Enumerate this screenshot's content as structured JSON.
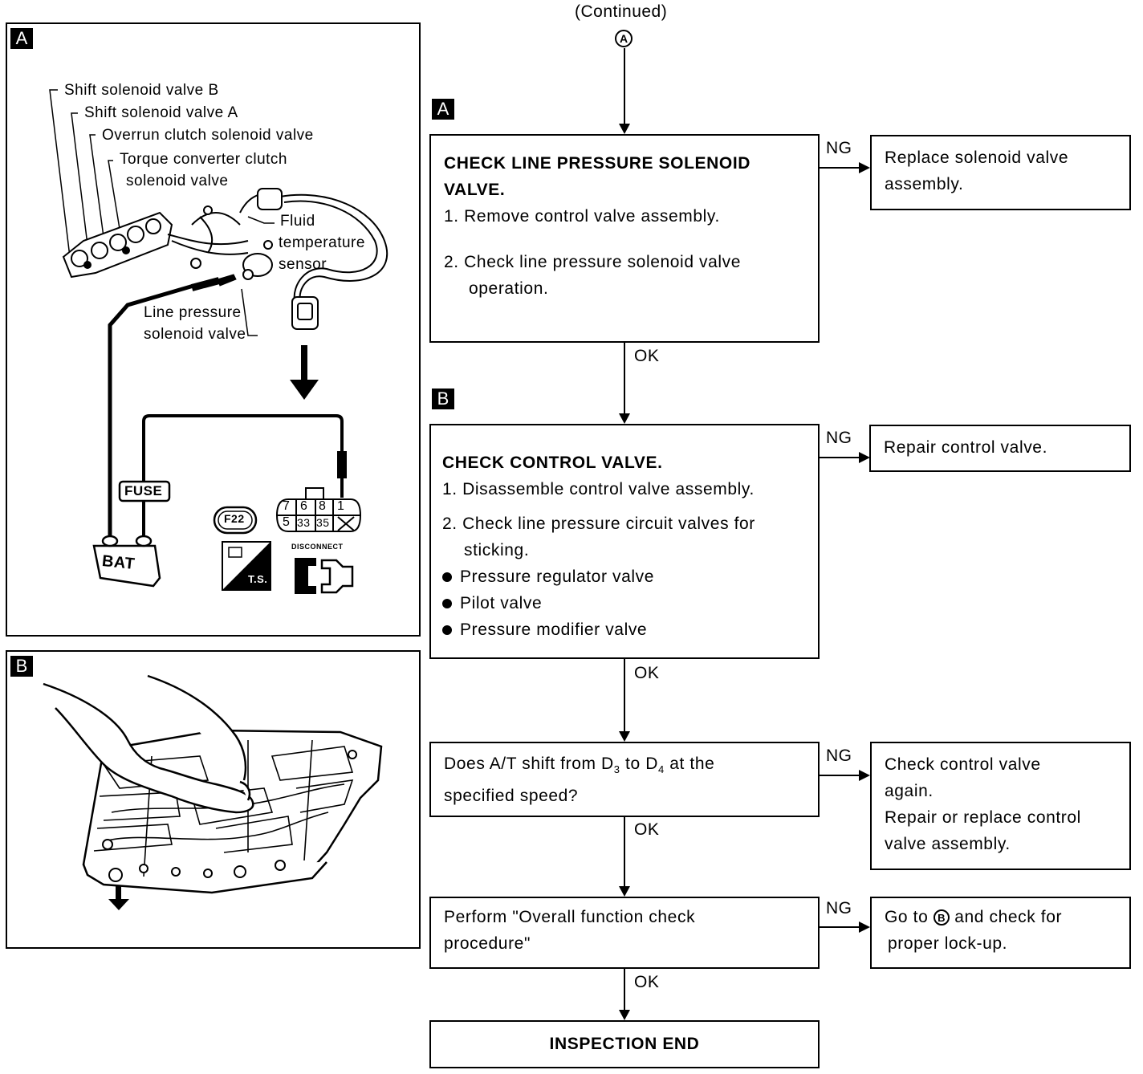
{
  "header": {
    "continued": "(Continued)",
    "connector": "A"
  },
  "figures": {
    "a": {
      "tag": "A",
      "labels": {
        "shift_b": "Shift solenoid valve B",
        "shift_a": "Shift solenoid valve A",
        "overrun": "Overrun clutch solenoid valve",
        "torque_1": "Torque converter clutch",
        "torque_2": "solenoid valve",
        "fluid_1": "Fluid",
        "fluid_2": "temperature",
        "fluid_3": "sensor",
        "line_1": "Line pressure",
        "line_2": "solenoid valve",
        "fuse": "FUSE",
        "bat": "BAT",
        "f22": "F22",
        "ts": "T.S.",
        "disconnect": "DISCONNECT",
        "pins_top": [
          "7",
          "6",
          "8",
          "1"
        ],
        "pins_bottom": [
          "5",
          "33",
          "35"
        ]
      }
    },
    "b": {
      "tag": "B"
    }
  },
  "flow": {
    "tag_a": "A",
    "tag_b": "B",
    "step1": {
      "title_1": "CHECK LINE PRESSURE SOLENOID",
      "title_2": "VALVE.",
      "item1": "1.  Remove control valve assembly.",
      "item2_1": "2.  Check line pressure solenoid valve",
      "item2_2": "operation.",
      "ng": "NG",
      "ng_text_1": "Replace solenoid valve",
      "ng_text_2": "assembly.",
      "ok": "OK"
    },
    "step2": {
      "title": "CHECK CONTROL VALVE.",
      "item1": "1. Disassemble control valve assembly.",
      "item2_1": "2. Check line pressure circuit valves for",
      "item2_2": "sticking.",
      "bullets": [
        "Pressure regulator valve",
        "Pilot valve",
        "Pressure modifier valve"
      ],
      "ng": "NG",
      "ng_text": "Repair control valve.",
      "ok": "OK"
    },
    "step3": {
      "q_1a": "Does A/T shift from D",
      "q_sub1": "3",
      "q_1b": " to D",
      "q_sub2": "4",
      "q_1c": " at the",
      "q_2": "specified speed?",
      "ng": "NG",
      "ng_1": "Check control valve",
      "ng_2": "again.",
      "ng_3": "Repair or replace control",
      "ng_4": "valve assembly.",
      "ok": "OK"
    },
    "step4": {
      "text_1": "Perform \"Overall function check",
      "text_2": "procedure\"",
      "ng": "NG",
      "ng_1a": "Go to ",
      "ng_circle": "B",
      "ng_1b": " and check for",
      "ng_2": "proper lock-up.",
      "ok": "OK"
    },
    "end": "INSPECTION END"
  }
}
